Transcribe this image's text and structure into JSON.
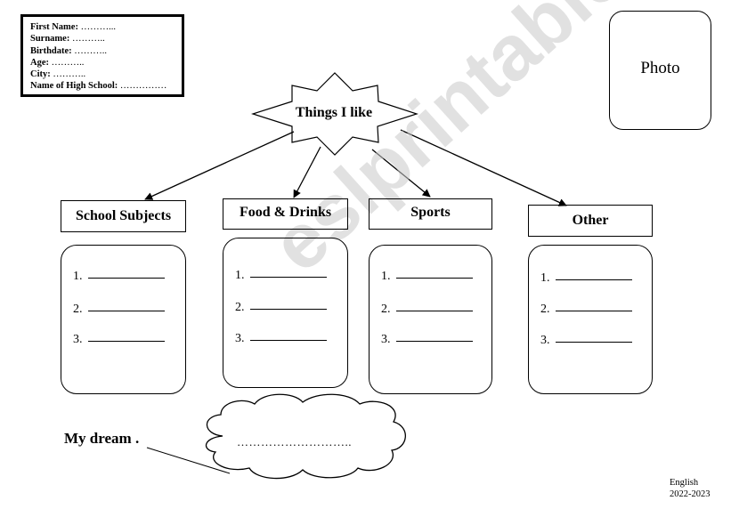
{
  "info": {
    "fields": [
      {
        "label": "First Name:",
        "value": "………..."
      },
      {
        "label": "Surname:",
        "value": "……….."
      },
      {
        "label": "Birthdate:",
        "value": "……….."
      },
      {
        "label": "Age:",
        "value": "……….."
      },
      {
        "label": "City:",
        "value": "……….."
      },
      {
        "label": "Name of High School:",
        "value": "……………"
      }
    ]
  },
  "photo": {
    "label": "Photo"
  },
  "center": {
    "label": "Things I like"
  },
  "categories": [
    {
      "title": "School Subjects",
      "items": [
        "1.",
        "2.",
        "3."
      ]
    },
    {
      "title": "Food & Drinks",
      "items": [
        "1.",
        "2.",
        "3."
      ]
    },
    {
      "title": "Sports",
      "items": [
        "1.",
        "2.",
        "3."
      ]
    },
    {
      "title": "Other",
      "items": [
        "1.",
        "2.",
        "3."
      ]
    }
  ],
  "dream": {
    "label": "My dream",
    "placeholder": "……………………….."
  },
  "footer": {
    "subject": "English",
    "year": "2022-2023"
  },
  "watermark": {
    "text": "eslprintables.com"
  }
}
